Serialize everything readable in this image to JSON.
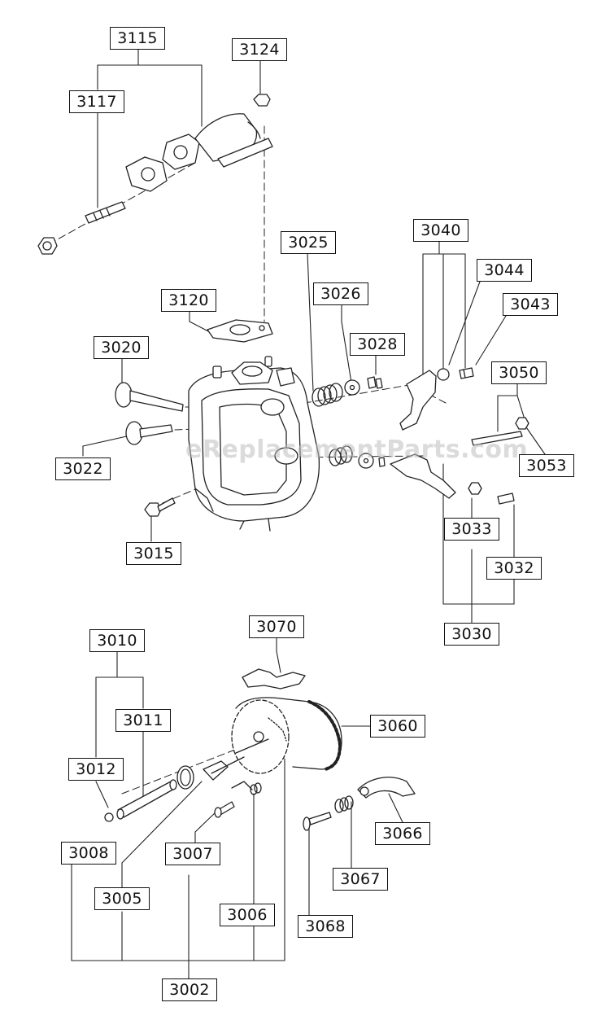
{
  "labels": {
    "p3115": "3115",
    "p3124": "3124",
    "p3117": "3117",
    "p3025": "3025",
    "p3040": "3040",
    "p3044": "3044",
    "p3043": "3043",
    "p3026": "3026",
    "p3120": "3120",
    "p3028": "3028",
    "p3020": "3020",
    "p3050": "3050",
    "p3022": "3022",
    "p3053": "3053",
    "p3033": "3033",
    "p3015": "3015",
    "p3032": "3032",
    "p3030": "3030",
    "p3070": "3070",
    "p3010": "3010",
    "p3011": "3011",
    "p3060": "3060",
    "p3012": "3012",
    "p3066": "3066",
    "p3008": "3008",
    "p3007": "3007",
    "p3067": "3067",
    "p3005": "3005",
    "p3006": "3006",
    "p3068": "3068",
    "p3002": "3002"
  },
  "watermark": "eReplacementParts.com"
}
